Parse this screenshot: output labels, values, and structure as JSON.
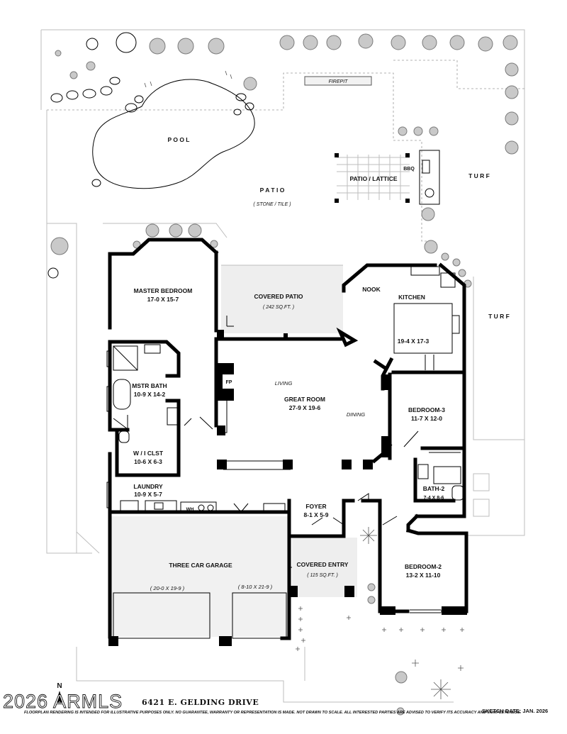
{
  "outdoor": {
    "pool": "P O O L",
    "patio": "P A T I O",
    "patio_material": "( STONE / TILE )",
    "firepit": "FIREPIT",
    "patio_lattice": "PATIO / LATTICE",
    "bbq": "BBQ",
    "turf_top": "T U R F",
    "turf_side": "T U R F"
  },
  "rooms": {
    "master_bedroom": {
      "name": "MASTER BEDROOM",
      "size": "17-0  X  15-7"
    },
    "covered_patio": {
      "name": "COVERED PATIO",
      "size": "( 242 SQ.FT. )"
    },
    "nook": {
      "name": "NOOK"
    },
    "kitchen": {
      "name": "KITCHEN",
      "size": "19-4  X  17-3"
    },
    "mstr_bath": {
      "name": "MSTR BATH",
      "size": "10-9  X  14-2"
    },
    "fp": {
      "name": "FP"
    },
    "living": {
      "name": "LIVING"
    },
    "great_room": {
      "name": "GREAT ROOM",
      "size": "27-9  X  19-6"
    },
    "dining": {
      "name": "DINING"
    },
    "bedroom_3": {
      "name": "BEDROOM-3",
      "size": "11-7  X  12-0"
    },
    "wi_clst": {
      "name": "W / I  CLST",
      "size": "10-6  X  6-3"
    },
    "bath_2": {
      "name": "BATH-2",
      "size": "7-4  X  8-6"
    },
    "laundry": {
      "name": "LAUNDRY",
      "size": "10-9  X  5-7"
    },
    "wh": {
      "name": "WH"
    },
    "foyer": {
      "name": "FOYER",
      "size": "8-1  X  5-9"
    },
    "garage": {
      "name": "THREE CAR GARAGE",
      "size_left": "( 20-0  X  19-9 )",
      "size_right": "( 8-10  X  21-9 )"
    },
    "covered_entry": {
      "name": "COVERED ENTRY",
      "size": "( 115 SQ.FT. )"
    },
    "bedroom_2": {
      "name": "BEDROOM-2",
      "size": "13-2  X  11-10"
    }
  },
  "footer": {
    "north": "N",
    "watermark": "2026 ARMLS",
    "address": "6421 E. GELDING DRIVE",
    "disclaimer": "FLOORPLAN RENDERING IS INTENDED FOR ILLUSTRATIVE PURPOSES ONLY.  NO GUARANTEE, WARRANTY OR REPRESENTATION IS MADE.  NOT DRAWN TO SCALE.  ALL INTERESTED PARTIES ARE ADVISED TO VERIFY ITS ACCURACY AND COMPLETENESS.",
    "sketch_date": "SKETCH DATE:  JAN. 2026"
  }
}
